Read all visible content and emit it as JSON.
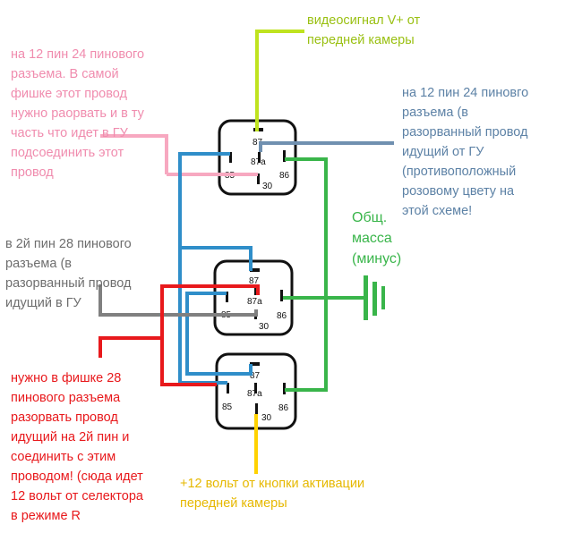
{
  "colors": {
    "pink": "#f7a8c0",
    "steel_blue": "#7090b0",
    "gray": "#808080",
    "red": "#e8191c",
    "green": "#39b54a",
    "lime": "#bfe31f",
    "wire_blue": "#2f8ec9",
    "yellow": "#ffd200",
    "relay_outline": "#111111"
  },
  "notes": {
    "video_signal": "видеосигнал V+ от\nпередней камеры",
    "pink_pin12": "на 12 пин 24 пинового\nразъема. В самой\nфишке этот провод\nнужно раорвать и в ту\nчасть что идет в ГУ\nподсоединить этот\nпровод",
    "blue_pin12": "на 12 пин 24 пиновго\nразъема (в\nразорванный провод\nидущий от ГУ\n(противоположный\nрозовому цвету на\nэтой схеме!",
    "ground": "Общ.\nмасса\n(минус)",
    "gray_pin2": "в 2й пин 28 пинового\nразъема (в\nразорванный провод\nидущий в ГУ",
    "red_pin2": "нужно в фишке 28\nпинового разъема\nразорвать провод\nидущий на 2й пин и\nсоединить с этим\nпроводом! (сюда идет\n12 вольт от селектора\nв режиме R",
    "yellow_12v": "+12 вольт от кнопки активации\nпередней камеры"
  },
  "relay_pins": {
    "p87": "87",
    "p87a": "87a",
    "p85": "85",
    "p86": "86",
    "p30": "30"
  }
}
